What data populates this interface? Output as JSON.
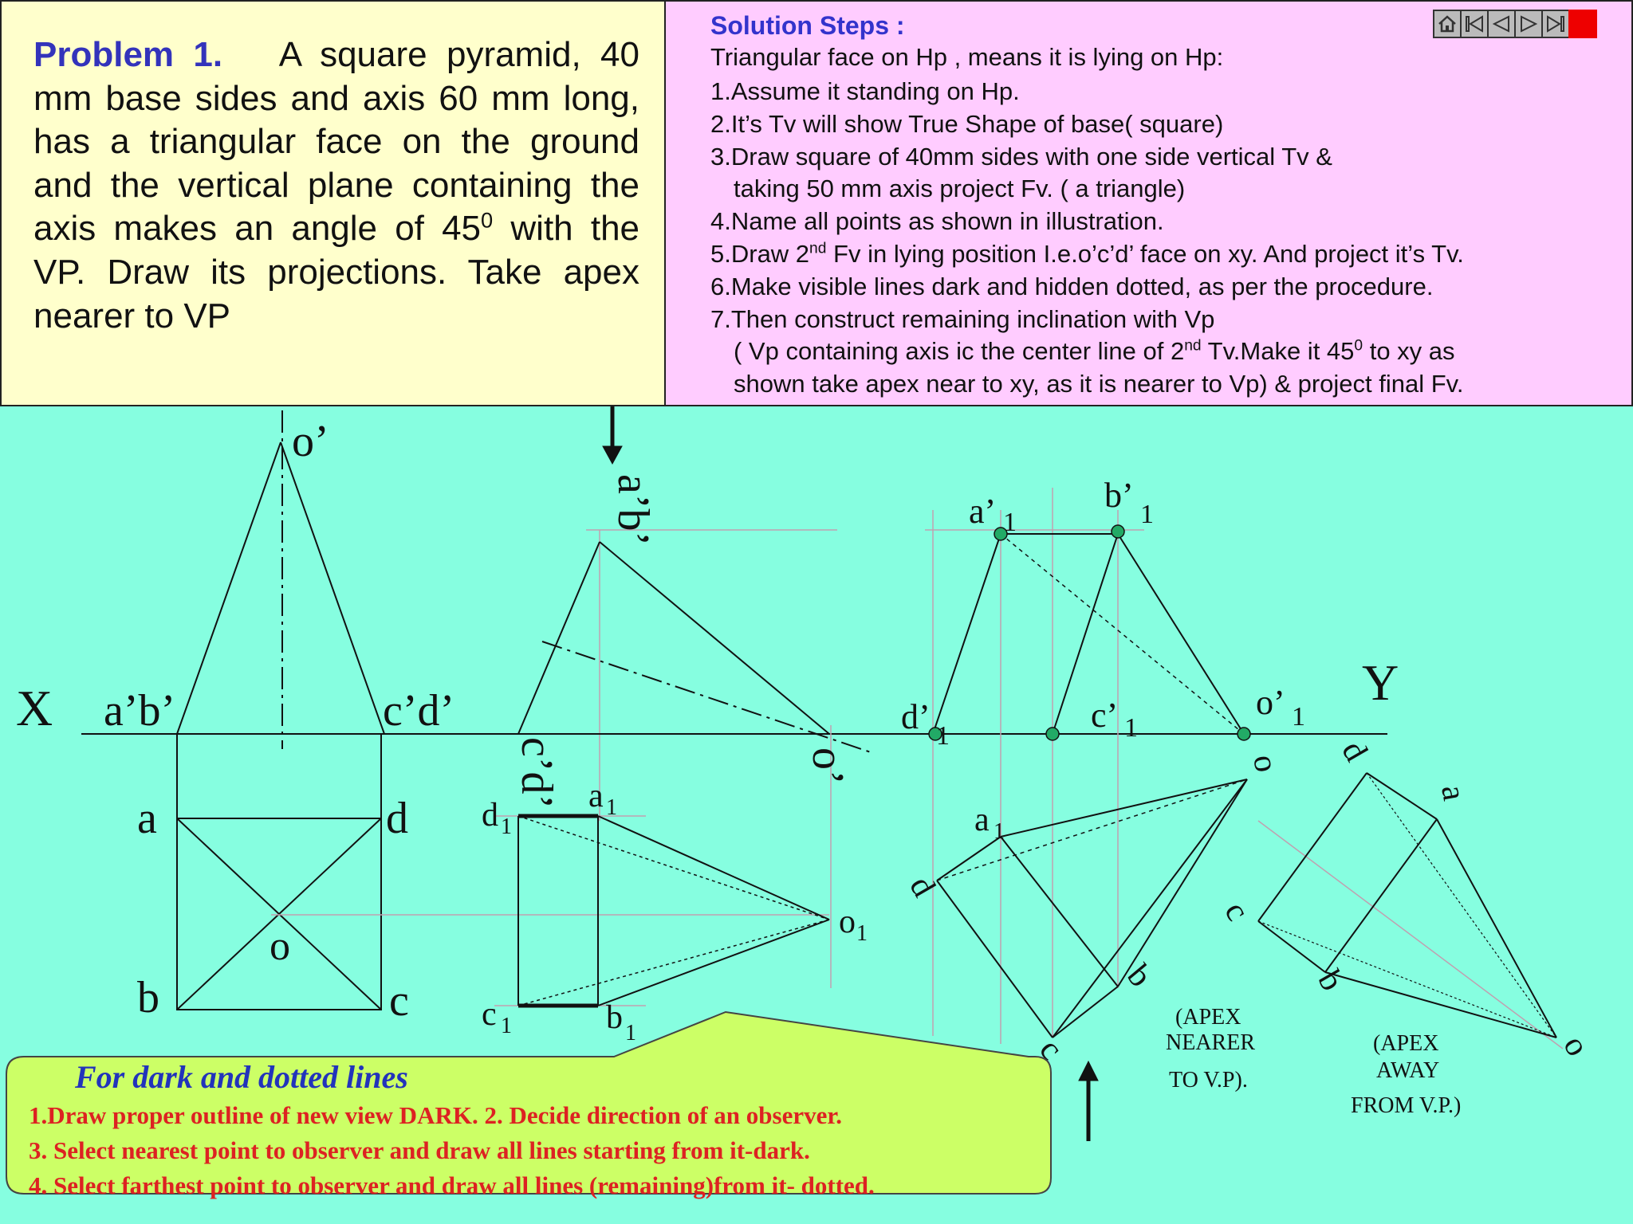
{
  "problem": {
    "number_label": "Problem 1.",
    "text": "A square pyramid, 40 mm base sides and axis 60 mm long, has a triangular face on the ground and the vertical plane containing the axis makes an angle of 45",
    "angle_sup": "0",
    "text_end": "with the VP. Draw its projections. Take apex nearer to VP"
  },
  "steps": {
    "title": "Solution Steps :",
    "intro": "Triangular face on Hp , means it is lying on Hp:",
    "s1": "1.Assume it standing on Hp.",
    "s2": "2.It’s Tv  will show True Shape of base( square)",
    "s3": "3.Draw square of 40mm sides with one side vertical Tv &",
    "s3b": "taking 50 mm axis project Fv. ( a triangle)",
    "s4": "4.Name all points as shown in illustration.",
    "s5a": "5.Draw 2",
    "s5sup": "nd",
    "s5b": " Fv in lying position I.e.o’c’d’ face on xy. And project it’s Tv.",
    "s6": "6.Make visible lines dark and hidden dotted, as per the procedure.",
    "s7": "7.Then construct remaining inclination with Vp",
    "s7b1": "( Vp containing axis ic the center line of 2",
    "s7bsup": "nd",
    "s7b2": " Tv.Make it 45",
    "s7bsup2": "0",
    "s7b3": " to xy as",
    "s7c": "shown  take apex near to xy, as it is nearer to Vp) & project final Fv."
  },
  "nav": {
    "home_icon": "home-icon",
    "first_icon": "first-slide-icon",
    "prev_icon": "prev-slide-icon",
    "next_icon": "next-slide-icon",
    "last_icon": "last-slide-icon",
    "stop_color": "#ee0000"
  },
  "labels": {
    "X": "X",
    "Y": "Y",
    "o_prime": "o’",
    "ab_prime": "a’b’",
    "cd_prime": "c’d’",
    "a": "a",
    "b": "b",
    "c": "c",
    "d": "d",
    "o": "o",
    "rot_ab": "a’b’",
    "rot_cd": "c’d’",
    "rot_o": "o’",
    "d1": "d",
    "a1": "a",
    "c1": "c",
    "b1": "b",
    "o1": "o",
    "sub1": "1",
    "fv_a1": "a’",
    "fv_b1": "b’",
    "fv_d1": "d’",
    "fv_c1": "c’",
    "fv_o1": "o’",
    "apex_near_1": "(APEX",
    "apex_near_2": "NEARER",
    "apex_near_3": "TO V.P).",
    "apex_away_1": "(APEX",
    "apex_away_2": "AWAY",
    "apex_away_3": "FROM V.P.)"
  },
  "callout": {
    "title": "For dark and dotted lines",
    "line1": "1.Draw proper outline of new view DARK. 2. Decide direction of an observer.",
    "line2": "3. Select nearest point to observer and draw all lines starting from it-dark.",
    "line3": "4. Select farthest point to observer and draw all lines (remaining)from it- dotted."
  },
  "colors": {
    "background": "#86fee0",
    "problem_panel": "#ffffcc",
    "steps_panel": "#ffccff",
    "callout": "#ccff66",
    "callout_title": "#2233bb",
    "callout_text": "#dd2222",
    "point_marker": "#22aa66"
  }
}
